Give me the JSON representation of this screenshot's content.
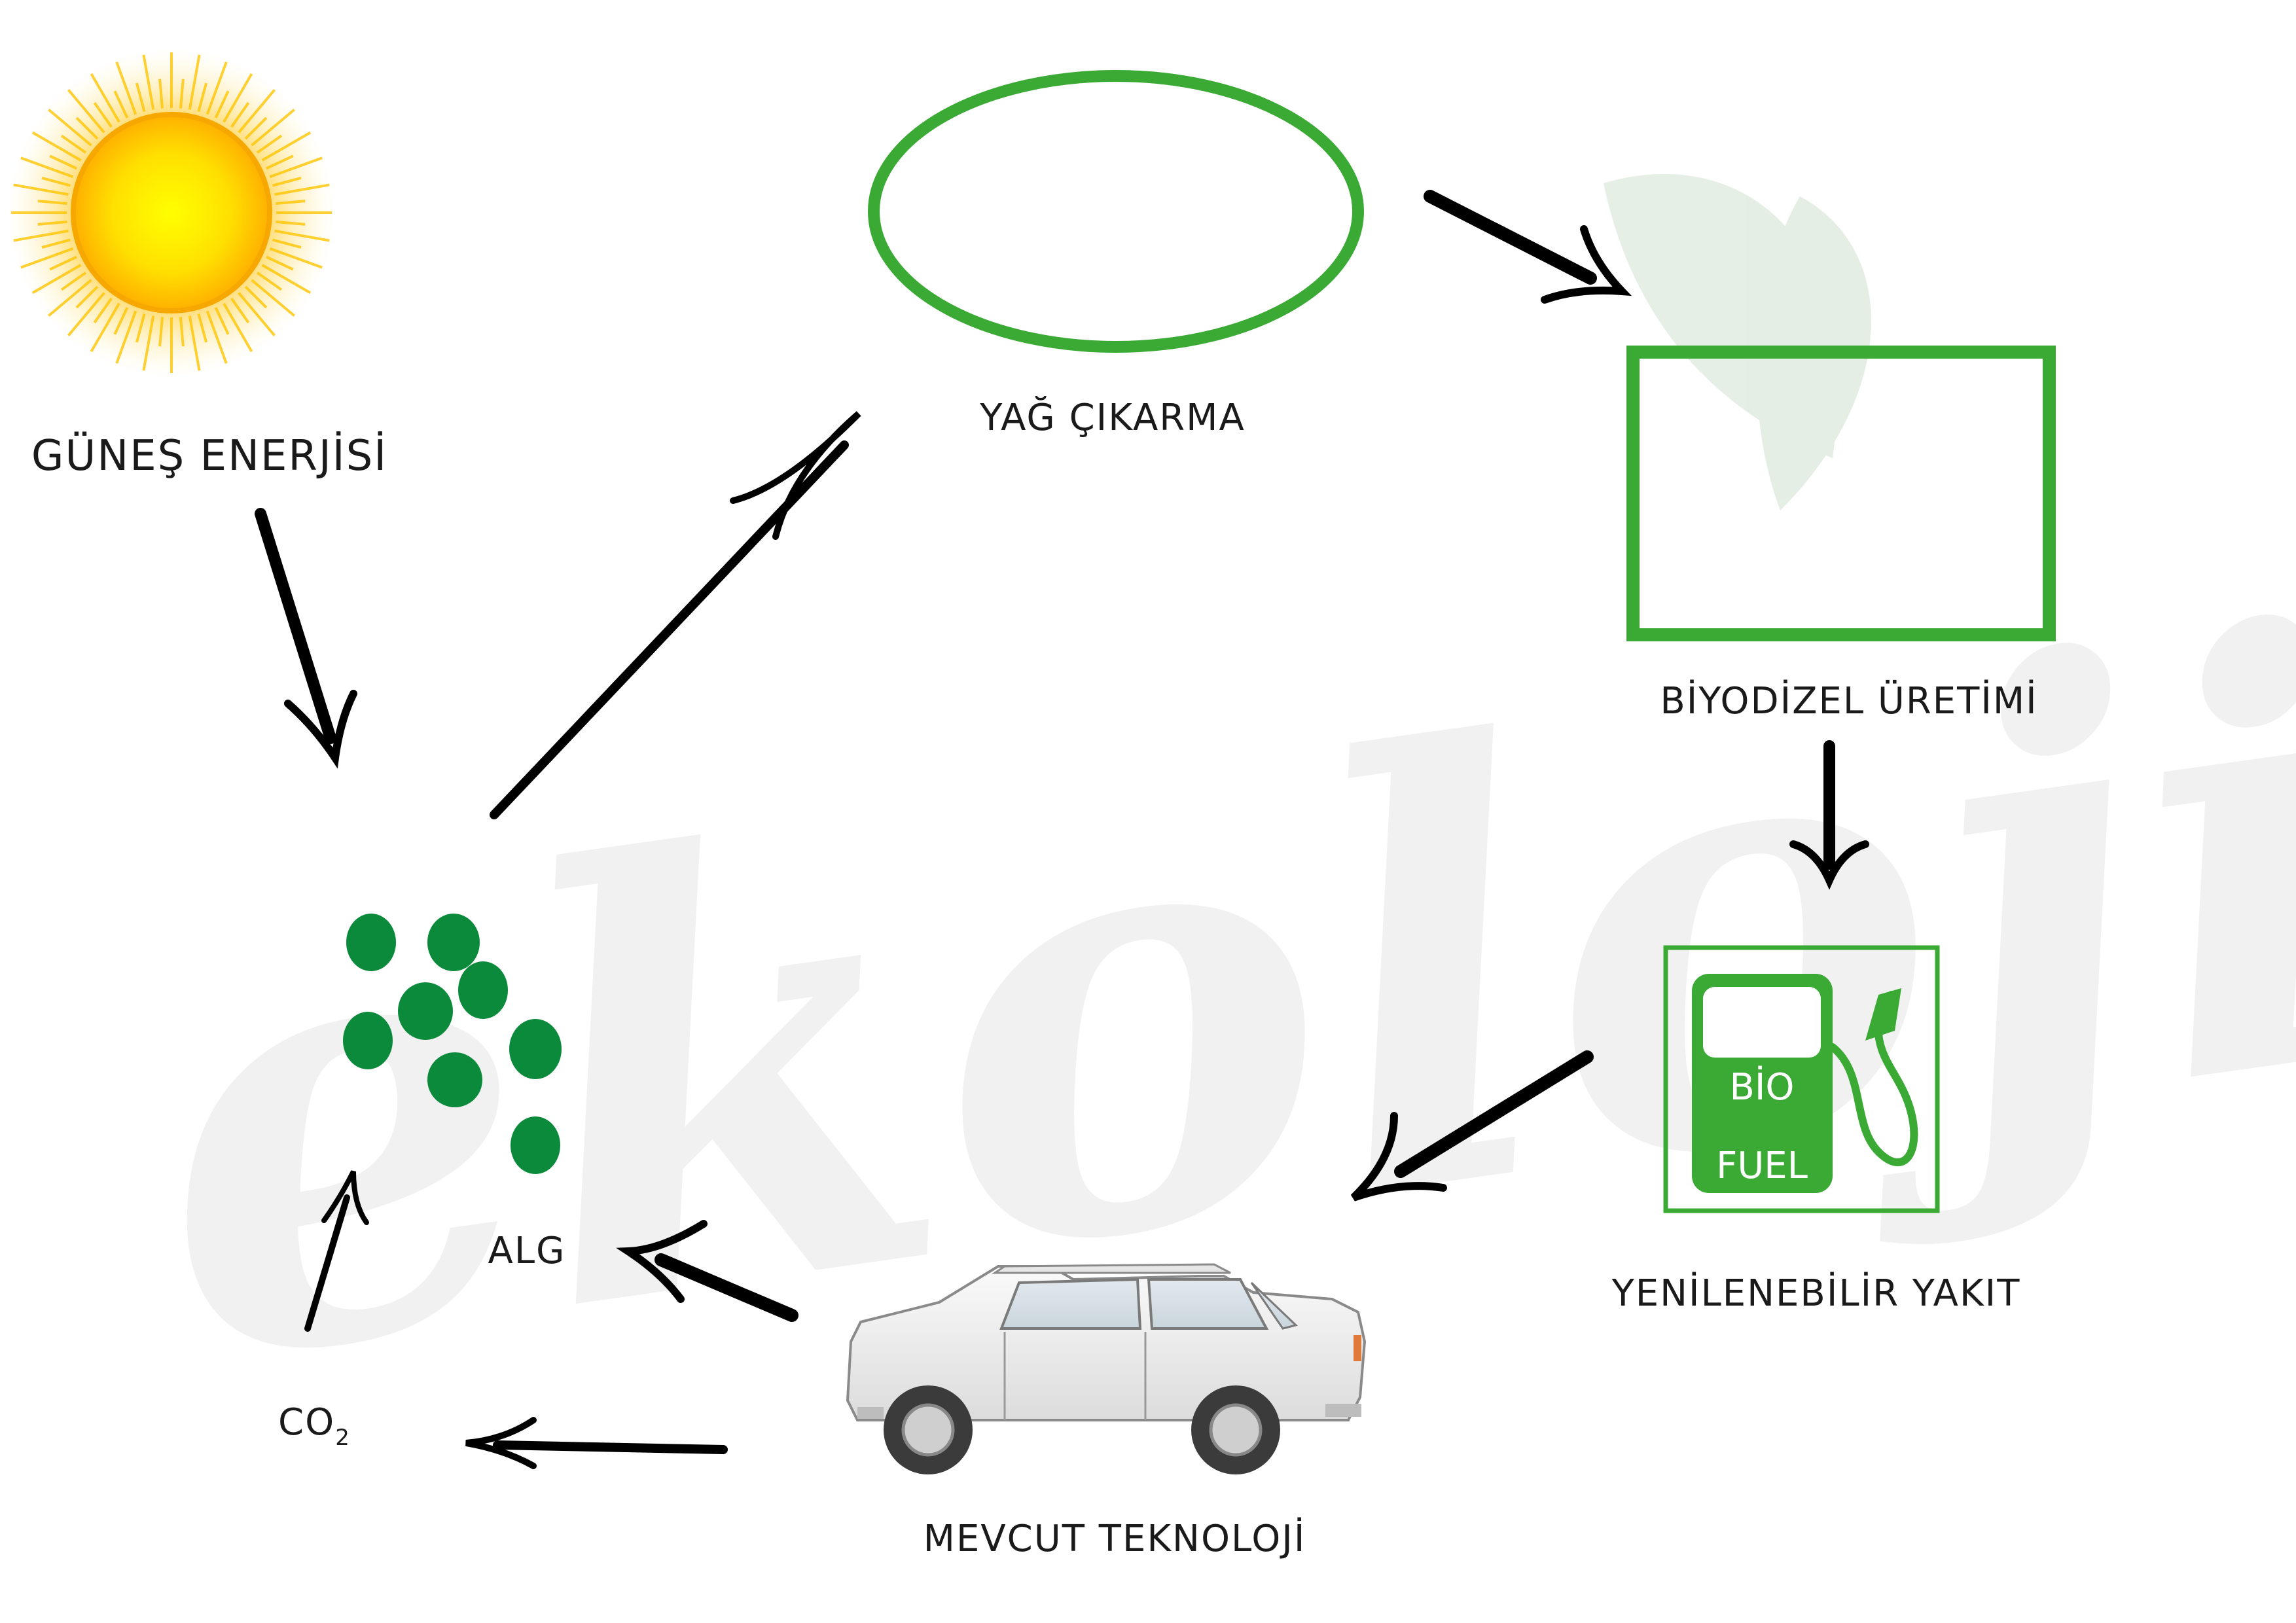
{
  "labels": {
    "sun": "GÜNEŞ ENERJİSİ",
    "oil_extraction": "YAĞ ÇIKARMA",
    "biodiesel": "BİYODİZEL ÜRETİMİ",
    "renewable_fuel": "YENİLENEBİLİR YAKIT",
    "current_tech": "MEVCUT TEKNOLOJİ",
    "algae": "ALG",
    "co2_main": "CO",
    "co2_sub": "2"
  },
  "pump": {
    "line1": "BİO",
    "line2": "FUEL"
  },
  "watermark": "ekolojika",
  "colors": {
    "green": "#3aaa35",
    "algae": "#0a8a3a",
    "arrow": "#000000"
  }
}
